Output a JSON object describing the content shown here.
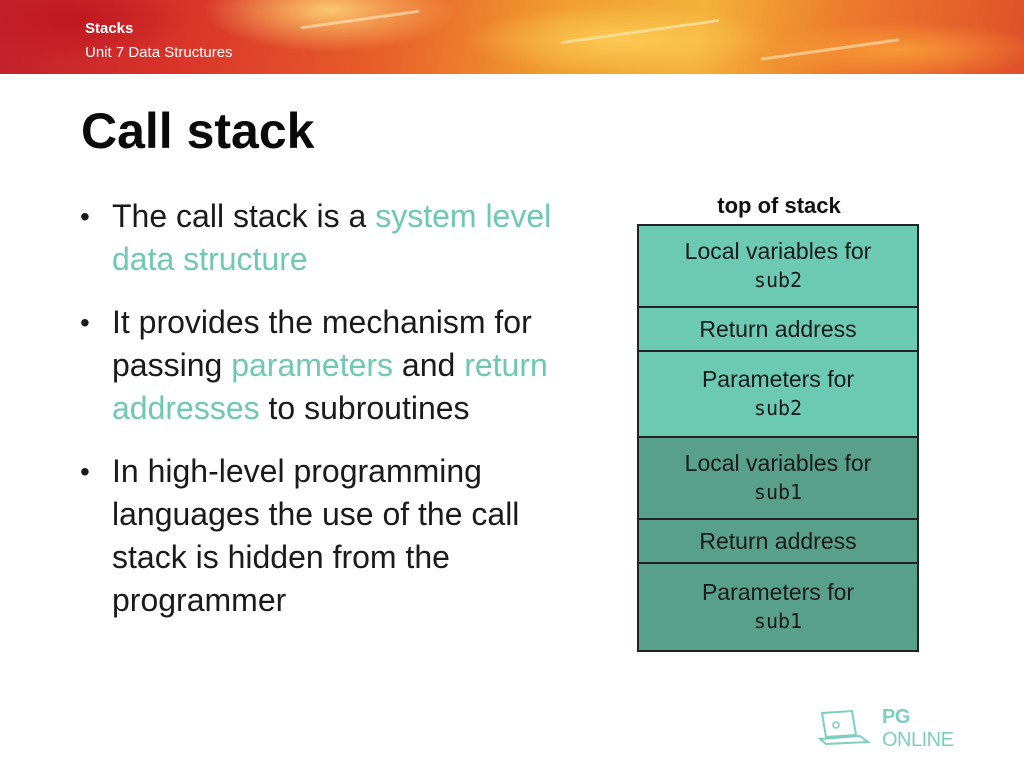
{
  "header": {
    "title": "Stacks",
    "subtitle": "Unit 7 Data Structures"
  },
  "slide": {
    "title": "Call stack",
    "bullets": [
      {
        "parts": [
          "The call stack is a ",
          "system level data structure",
          ""
        ]
      },
      {
        "parts": [
          "It provides the mechanism for passing ",
          "parameters",
          " and ",
          "return addresses",
          " to subroutines"
        ]
      },
      {
        "parts": [
          "In high-level programming languages the use of the call stack is hidden from the programmer"
        ]
      }
    ]
  },
  "diagram": {
    "label": "top of stack",
    "frames": [
      {
        "line1": "Local variables for",
        "line2": "sub2",
        "shade": "light"
      },
      {
        "line1": "Return address",
        "line2": "",
        "shade": "light"
      },
      {
        "line1": "Parameters for",
        "line2": "sub2",
        "shade": "light"
      },
      {
        "line1": "Local variables for",
        "line2": "sub1",
        "shade": "dark"
      },
      {
        "line1": "Return address",
        "line2": "",
        "shade": "dark"
      },
      {
        "line1": "Parameters for",
        "line2": "sub1",
        "shade": "dark"
      }
    ]
  },
  "logo": {
    "brand_bold": "PG",
    "brand_rest": "ONLINE",
    "icon": "laptop-icon"
  },
  "colors": {
    "highlight": "#6ec8b4",
    "frame_light": "#6cc9b2",
    "frame_dark": "#58a08a"
  }
}
